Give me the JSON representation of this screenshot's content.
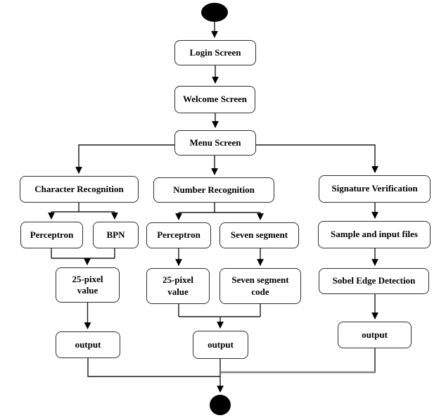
{
  "diagram": {
    "type": "flowchart",
    "colors": {
      "background": "#ffffff",
      "box_fill": "#ffffff",
      "box_border": "#2f2f2f",
      "text": "#000000",
      "connector": "#1a1a1a",
      "connector_secondary": "#828282",
      "terminal_fill": "#000000"
    },
    "nodes": {
      "start": {
        "label": ""
      },
      "login": {
        "label": "Login Screen"
      },
      "welcome": {
        "label": "Welcome Screen"
      },
      "menu": {
        "label": "Menu Screen"
      },
      "character_recognition": {
        "label": "Character Recognition"
      },
      "number_recognition": {
        "label": "Number Recognition"
      },
      "signature_verification": {
        "label": "Signature Verification"
      },
      "perceptron_char": {
        "label": "Perceptron"
      },
      "bpn": {
        "label": "BPN"
      },
      "perceptron_num": {
        "label": "Perceptron"
      },
      "seven_segment": {
        "label": "Seven segment"
      },
      "sample_input_files": {
        "label": "Sample and input files"
      },
      "pixel_value_char": {
        "label": "25-pixel value"
      },
      "pixel_value_num": {
        "label": "25-pixel value"
      },
      "seven_segment_code": {
        "label": "Seven segment code"
      },
      "sobel_edge_detection": {
        "label": "Sobel Edge Detection"
      },
      "output_char": {
        "label": "output"
      },
      "output_num": {
        "label": "output"
      },
      "output_sig": {
        "label": "output"
      },
      "end": {
        "label": ""
      }
    },
    "edges": [
      {
        "from": "start",
        "to": "login"
      },
      {
        "from": "login",
        "to": "welcome"
      },
      {
        "from": "welcome",
        "to": "menu"
      },
      {
        "from": "menu",
        "to": "character_recognition"
      },
      {
        "from": "menu",
        "to": "number_recognition"
      },
      {
        "from": "menu",
        "to": "signature_verification"
      },
      {
        "from": "character_recognition",
        "to": "perceptron_char"
      },
      {
        "from": "character_recognition",
        "to": "bpn"
      },
      {
        "from": "perceptron_char",
        "to": "pixel_value_char"
      },
      {
        "from": "bpn",
        "to": "pixel_value_char"
      },
      {
        "from": "pixel_value_char",
        "to": "output_char"
      },
      {
        "from": "number_recognition",
        "to": "perceptron_num"
      },
      {
        "from": "number_recognition",
        "to": "seven_segment"
      },
      {
        "from": "perceptron_num",
        "to": "pixel_value_num"
      },
      {
        "from": "seven_segment",
        "to": "seven_segment_code"
      },
      {
        "from": "pixel_value_num",
        "to": "output_num"
      },
      {
        "from": "seven_segment_code",
        "to": "output_num"
      },
      {
        "from": "signature_verification",
        "to": "sample_input_files"
      },
      {
        "from": "sample_input_files",
        "to": "sobel_edge_detection"
      },
      {
        "from": "sobel_edge_detection",
        "to": "output_sig"
      },
      {
        "from": "output_char",
        "to": "end"
      },
      {
        "from": "output_num",
        "to": "end"
      },
      {
        "from": "output_sig",
        "to": "end"
      }
    ]
  }
}
